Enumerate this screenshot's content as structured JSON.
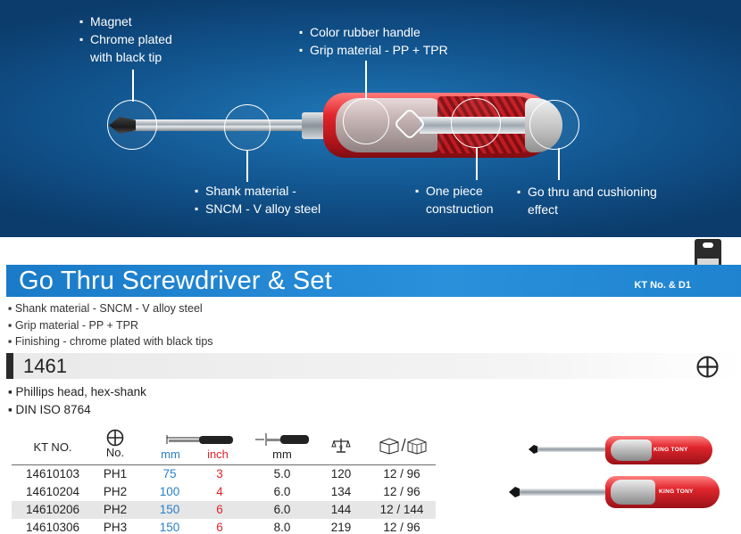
{
  "hero": {
    "callouts": {
      "magnet": [
        "Magnet",
        "Chrome plated",
        "with black tip"
      ],
      "handle": [
        "Color rubber handle",
        "Grip material - PP + TPR"
      ],
      "shank": [
        "Shank material -",
        "SNCM - V alloy steel"
      ],
      "onepiece": [
        "One piece",
        "construction"
      ],
      "gothru": [
        "Go thru and cushioning",
        "effect"
      ]
    }
  },
  "title": "Go Thru Screwdriver & Set",
  "kt_label": "KT No. & D1",
  "features": [
    "Shank material - SNCM - V alloy steel",
    "Grip material - PP + TPR",
    "Finishing - chrome plated with black tips"
  ],
  "model": "1461",
  "specs": [
    "Phillips head, hex-shank",
    "DIN ISO 8764"
  ],
  "table": {
    "headers": {
      "kt": "KT NO.",
      "no": "No.",
      "mm": "mm",
      "inch": "inch",
      "dia": "mm"
    },
    "rows": [
      {
        "kt": "14610103",
        "no": "PH1",
        "mm": "75",
        "inch": "3",
        "dia": "5.0",
        "g": "120",
        "pack": "12 / 96"
      },
      {
        "kt": "14610204",
        "no": "PH2",
        "mm": "100",
        "inch": "4",
        "dia": "6.0",
        "g": "134",
        "pack": "12 / 96"
      },
      {
        "kt": "14610206",
        "no": "PH2",
        "mm": "150",
        "inch": "6",
        "dia": "6.0",
        "g": "144",
        "pack": "12 / 144"
      },
      {
        "kt": "14610306",
        "no": "PH3",
        "mm": "150",
        "inch": "6",
        "dia": "8.0",
        "g": "219",
        "pack": "12 / 96"
      }
    ]
  },
  "brand": "KING TONY",
  "colors": {
    "banner": "#12558f",
    "title_band": "#2a90db",
    "mm_blue": "#2a7fc9",
    "inch_red": "#e0242b",
    "handle_red": "#e0252c"
  }
}
